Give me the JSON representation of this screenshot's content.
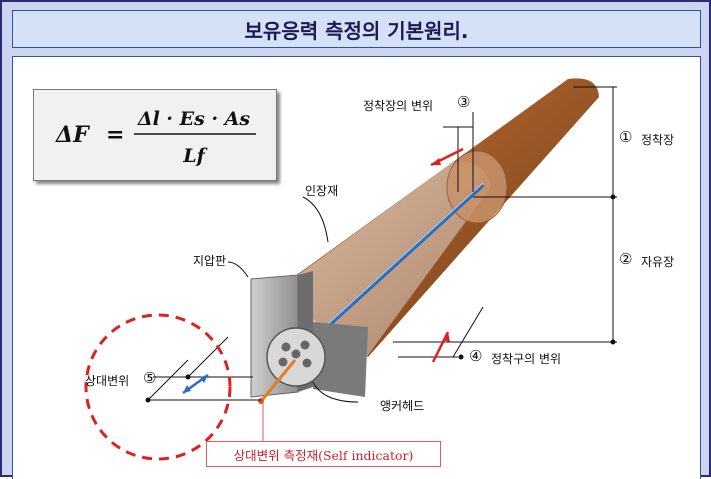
{
  "title": "보유응력 측정의 기본원리.",
  "formula": {
    "lhs": "ΔF",
    "equals": "=",
    "numerator": "Δl · Es · As",
    "denominator": "Lf"
  },
  "labels": {
    "anchor_length_displacement": "정착장의 변위",
    "anchor_length": "정착장",
    "free_length": "자유장",
    "tendon": "인장재",
    "bearing_plate": "지압판",
    "anchorage_displacement": "정착구의 변위",
    "relative_displacement": "상대변위",
    "anchor_head": "앵커헤드",
    "self_indicator": "상대변위 측정재(Self indicator)"
  },
  "markers": {
    "m1": "①",
    "m2": "②",
    "m3": "③",
    "m4": "④",
    "m5": "⑤"
  },
  "colors": {
    "frame": "#ccd5f2",
    "title_bg": "#d5e1f7",
    "rod": "#a85e2c",
    "dashed_circle": "#e02020",
    "arrow_red": "#e02020",
    "arrow_blue": "#2a6bd0"
  }
}
